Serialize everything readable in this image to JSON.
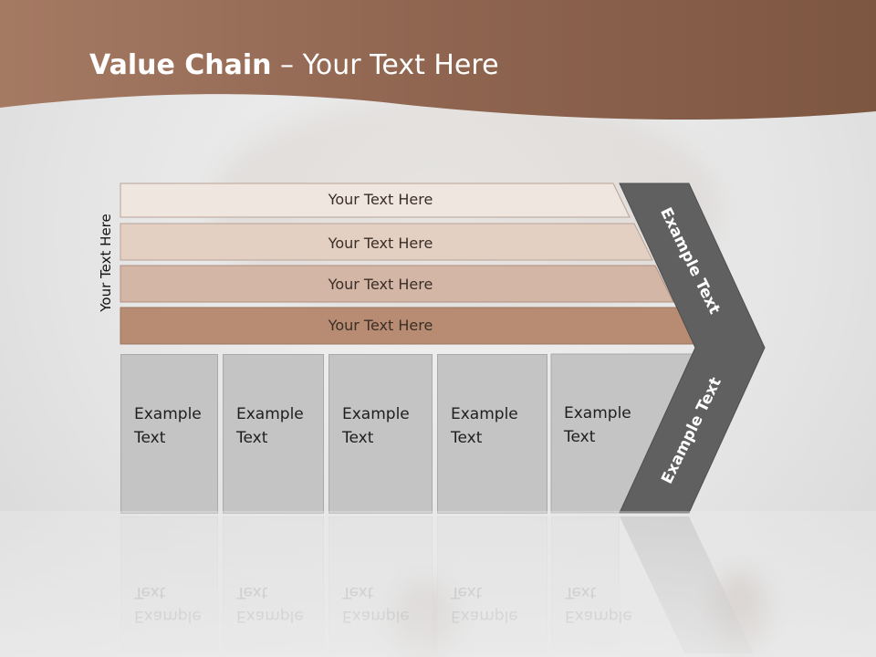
{
  "slide": {
    "title_bold": "Value Chain",
    "title_rest": " – Your Text Here",
    "side_label": "Your Text Here",
    "bars": [
      {
        "label": "Your Text Here",
        "color": "#f0e6e0"
      },
      {
        "label": "Your Text Here",
        "color": "#e4d0c3"
      },
      {
        "label": "Your Text Here",
        "color": "#d4b6a6"
      },
      {
        "label": "Your Text Here",
        "color": "#b88c73"
      }
    ],
    "boxes": [
      {
        "label": "Example Text"
      },
      {
        "label": "Example Text"
      },
      {
        "label": "Example Text"
      },
      {
        "label": "Example Text"
      },
      {
        "label": "Example Text"
      }
    ],
    "chevron_top": "Example Text",
    "chevron_bottom": "Example Text",
    "colors": {
      "header": "#8a5c44",
      "chevron": "#606060",
      "box": "#c4c4c4"
    }
  }
}
